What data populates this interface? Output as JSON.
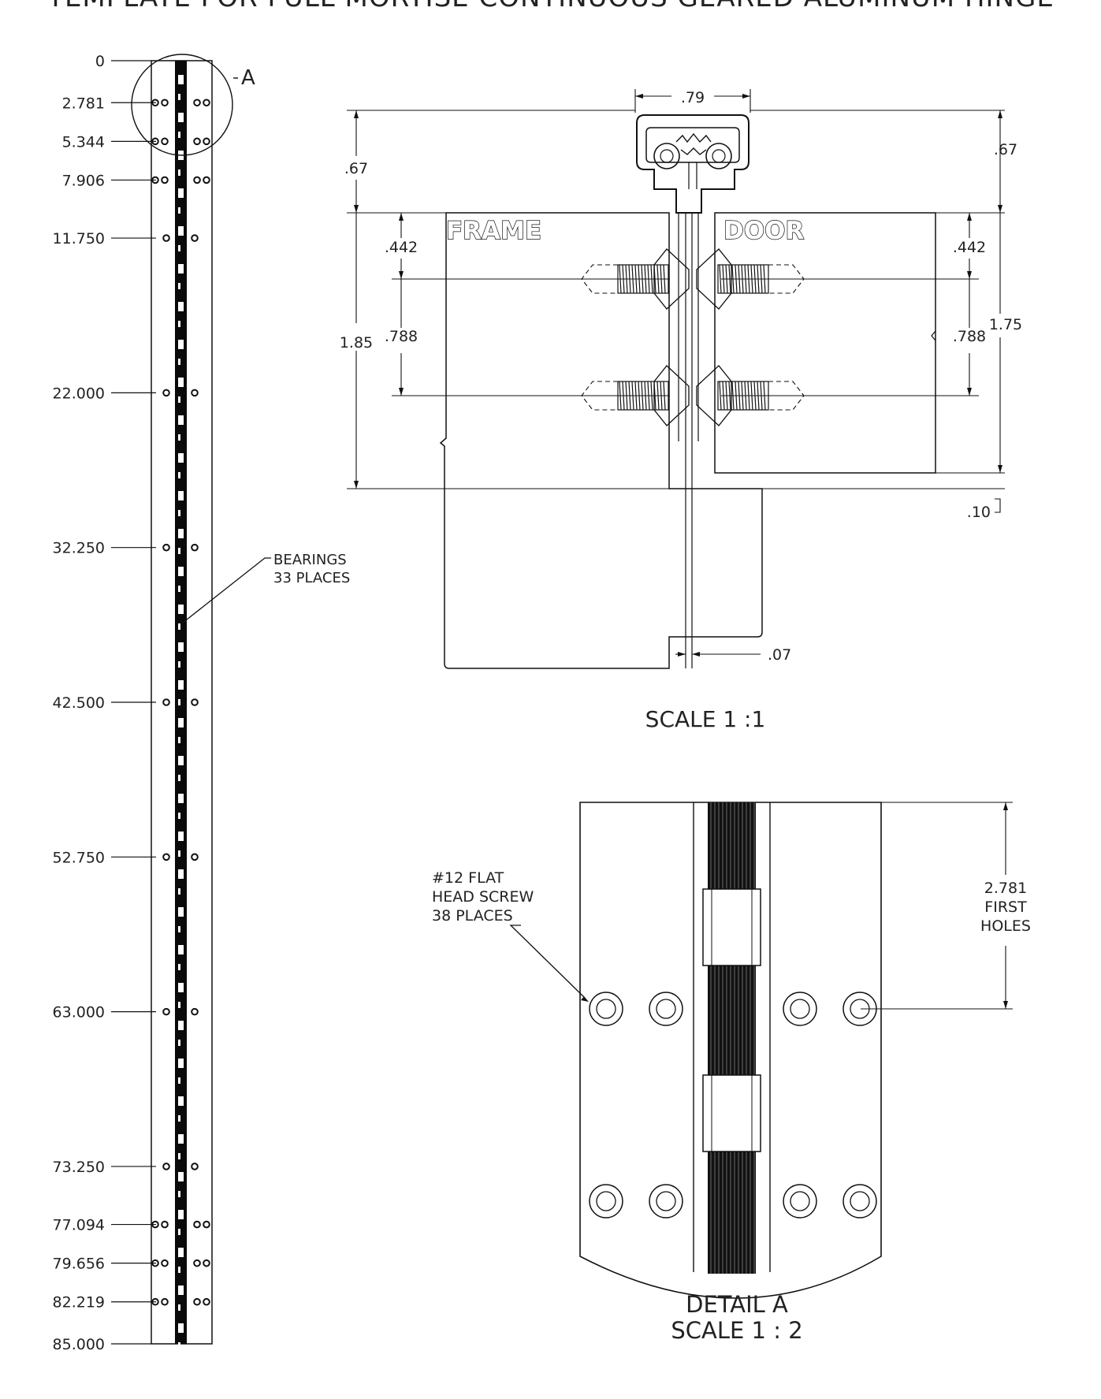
{
  "title": "TEMPLATE FOR FULL MORTISE CONTINUOUS GEARED ALUMINUM HINGE",
  "left_view": {
    "dimensions": [
      "0",
      "2.781",
      "5.344",
      "7.906",
      "11.750",
      "22.000",
      "32.250",
      "42.500",
      "52.750",
      "63.000",
      "73.250",
      "77.094",
      "79.656",
      "82.219",
      "85.000"
    ],
    "detail_marker": "A",
    "bearings_note_line1": "BEARINGS",
    "bearings_note_line2": "33 PLACES"
  },
  "section_view": {
    "frame_label": "FRAME",
    "door_label": "DOOR",
    "dim_width_top": ".79",
    "dim_left_top": ".67",
    "dim_right_top": ".67",
    "dim_left_442": ".442",
    "dim_right_442": ".442",
    "dim_left_788": ".788",
    "dim_right_788": ".788",
    "dim_185": "1.85",
    "dim_175": "1.75",
    "dim_010": ".10",
    "dim_007": ".07",
    "scale_label": "SCALE 1 :1"
  },
  "detail_view": {
    "screw_note_line1": "#12 FLAT",
    "screw_note_line2": "HEAD SCREW",
    "screw_note_line3": "38 PLACES",
    "first_holes_line1": "2.781",
    "first_holes_line2": "FIRST",
    "first_holes_line3": "HOLES",
    "detail_label": "DETAIL A",
    "scale_label": "SCALE 1 : 2"
  }
}
